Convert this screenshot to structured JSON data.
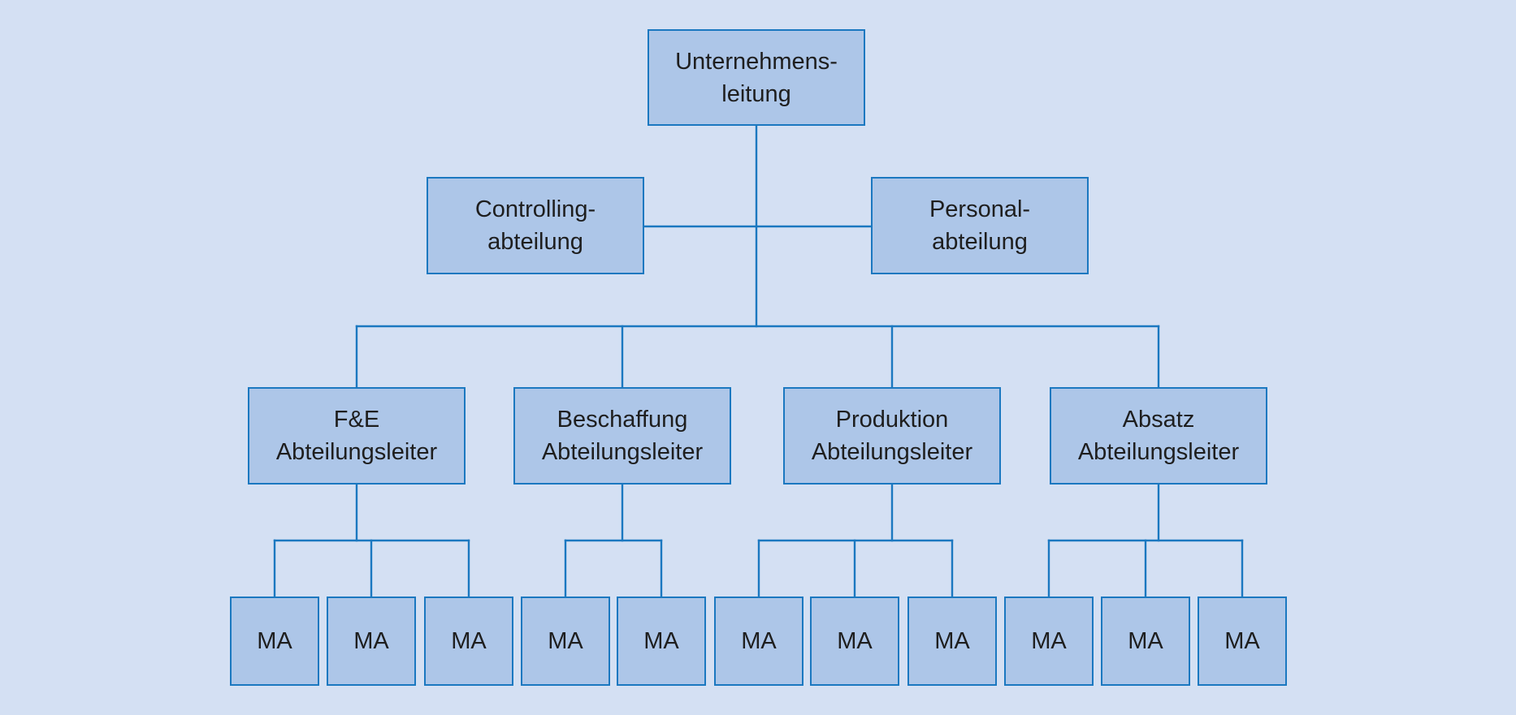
{
  "colors": {
    "background": "#d4e0f3",
    "box_fill": "#adc6e8",
    "line_and_border": "#1b78c0",
    "text": "#1e1e1e"
  },
  "org_chart": {
    "top": {
      "label": "Unternehmens-\nleitung"
    },
    "staff": [
      {
        "label": "Controlling-\nabteilung"
      },
      {
        "label": "Personal-\nabteilung"
      }
    ],
    "departments": [
      {
        "label": "F&E\nAbteilungsleiter",
        "employees": [
          "MA",
          "MA",
          "MA"
        ]
      },
      {
        "label": "Beschaffung\nAbteilungsleiter",
        "employees": [
          "MA",
          "MA"
        ]
      },
      {
        "label": "Produktion\nAbteilungsleiter",
        "employees": [
          "MA",
          "MA",
          "MA"
        ]
      },
      {
        "label": "Absatz\nAbteilungsleiter",
        "employees": [
          "MA",
          "MA",
          "MA"
        ]
      }
    ]
  }
}
